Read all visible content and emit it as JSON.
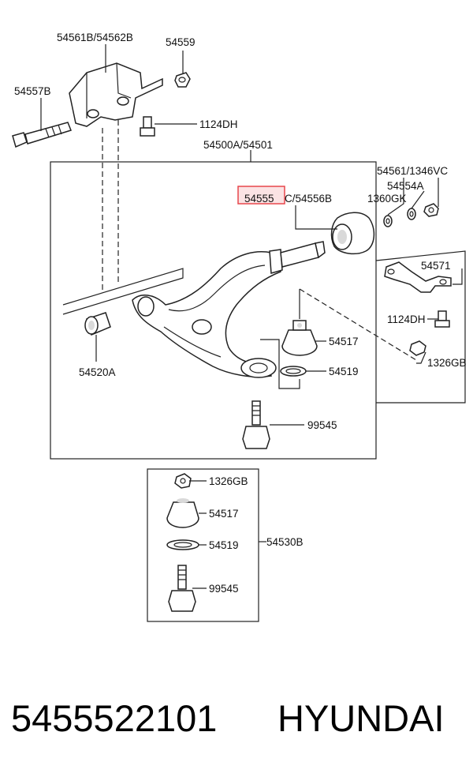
{
  "labels": {
    "l_54561B": "54561B/54562B",
    "l_54559": "54559",
    "l_54557B": "54557B",
    "l_1124DH_a": "1124DH",
    "l_54500A": "54500A/54501",
    "l_54561": "54561/1346VC",
    "l_54555": "54555",
    "l_54556B": "C/54556B",
    "l_54554A": "54554A",
    "l_1360GK": "1360GK",
    "l_54571": "54571",
    "l_1124DH_b": "1124DH",
    "l_1326GB_a": "1326GB",
    "l_54520A": "54520A",
    "l_54517_a": "54517",
    "l_54519_a": "54519",
    "l_99545_a": "99545",
    "l_1326GB_b": "1326GB",
    "l_54517_b": "54517",
    "l_54519_b": "54519",
    "l_54530B": "54530B",
    "l_99545_b": "99545"
  },
  "footer": {
    "part_number": "5455522101",
    "brand": "HYUNDAI"
  },
  "colors": {
    "highlight": "#e8474c",
    "highlight_fill": "#fbe3e4",
    "line": "#222222"
  }
}
